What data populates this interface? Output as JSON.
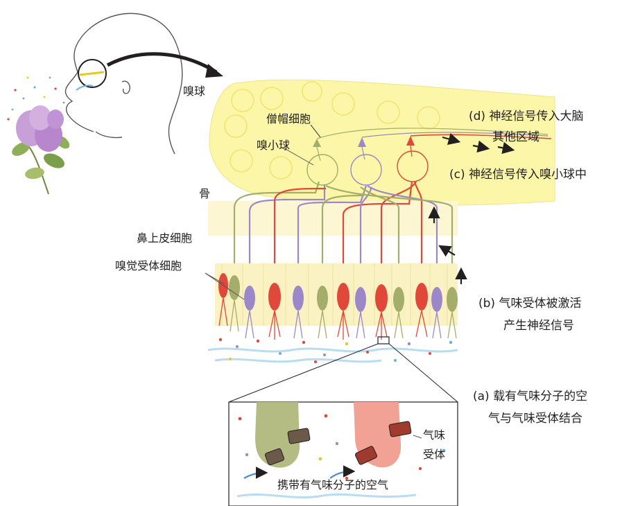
{
  "labels": {
    "olfactory_bulb": "嗅球",
    "mitral_cell": "僧帽细胞",
    "glomerulus": "嗅小球",
    "bone": "骨",
    "epithelial_cell": "鼻上皮细胞",
    "receptor_cell": "嗅觉受体细胞",
    "step_d_line1": "(d)  神经信号传入大脑",
    "step_d_line2": "其他区域",
    "step_c": "(c)  神经信号传入嗅小球中",
    "step_b_line1": "(b)   气味受体被激活",
    "step_b_line2": "产生神经信号",
    "step_a_line1": "(a)  载有气味分子的空",
    "step_a_line2": "气与气味受体结合",
    "odor_receptor_line1": "气味",
    "odor_receptor_line2": "受体",
    "air_with_molecules": "携带有气味分子的空气"
  },
  "colors": {
    "bulb_fill": "#fbf6a8",
    "bone": "#fdf6d2",
    "neuron_red": "#e0483a",
    "neuron_purple": "#9c88c8",
    "neuron_green": "#a4ad6a",
    "lilac": "#c8a0d8",
    "arrow": "#231f20"
  },
  "icons": {
    "head": "human-head-profile-icon",
    "flower": "lilac-flower-icon"
  }
}
